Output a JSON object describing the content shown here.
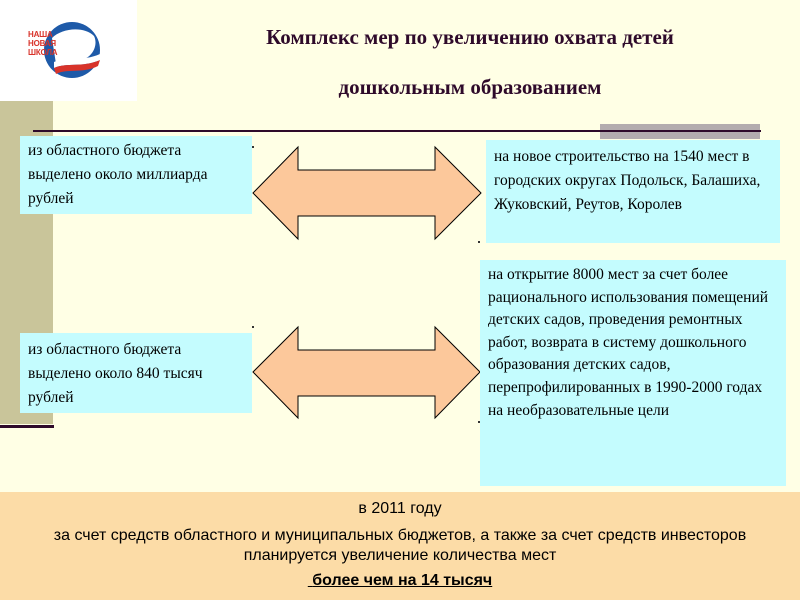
{
  "logo": {
    "lines": [
      "НАША",
      "НОВАЯ",
      "ШКОЛА"
    ],
    "icon": "nasha-novaya-shkola-logo"
  },
  "title": {
    "line1": "Комплекс мер по увеличению охвата детей",
    "line2": "дошкольным образованием"
  },
  "rows": [
    {
      "left_text": "из областного бюджета выделено около миллиарда рублей",
      "right_text": "на новое строительство на 1540 мест в городских округах Подольск, Балашиха, Жуковский, Реутов, Королев",
      "arrow_icon": "double-arrow"
    },
    {
      "left_text": "из областного бюджета выделено около 840 тысяч рублей",
      "right_text": "на открытие 8000 мест за счет более рационального использования помещений детских садов, проведения ремонтных работ,  возврата в систему дошкольного образования детских садов, перепрофилированных в 1990-2000 годах на необразовательные цели",
      "arrow_icon": "double-arrow"
    }
  ],
  "footer": {
    "year": "в 2011 году",
    "body": "за счет средств областного и  муниципальных бюджетов, а также за счет средств инвесторов планируется увеличение количества мест",
    "emphasis": "более чем на 14 тысяч"
  },
  "colors": {
    "background": "#FFFFE5",
    "title": "#2E0A2A",
    "box": "#C4FCFE",
    "arrow": "#FCC89B",
    "sidebar": "#C9C59A",
    "footer": "#FCDCA7",
    "grey_block": "#B3ACAE"
  }
}
